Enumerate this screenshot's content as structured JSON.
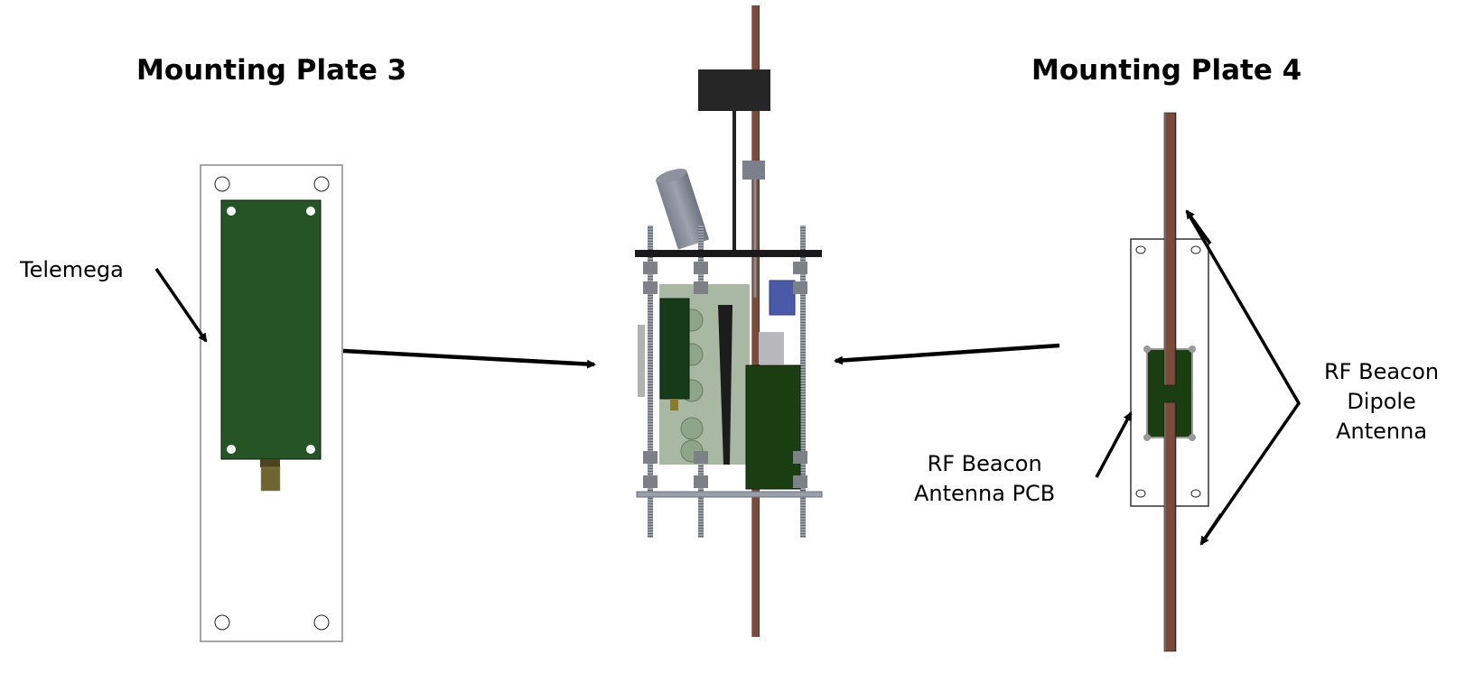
{
  "titles": {
    "left": "Mounting Plate 3",
    "right": "Mounting Plate 4"
  },
  "labels": {
    "telemega": "Telemega",
    "rf_beacon_pcb": [
      "RF Beacon",
      "Antenna PCB"
    ],
    "rf_beacon_dipole": [
      "RF Beacon",
      "Dipole",
      "Antenna"
    ]
  },
  "colors": {
    "pcb_green": "#255426",
    "pcb_dark_green": "#1b3d12",
    "copper_rod": "#7a4a3a",
    "connector_brass": "#6e6530",
    "plate_outline": "#333333",
    "arrow": "#000000",
    "hardware_gray": "#8a8d93",
    "blue_module": "#4a5aa8",
    "black_part": "#262626"
  }
}
